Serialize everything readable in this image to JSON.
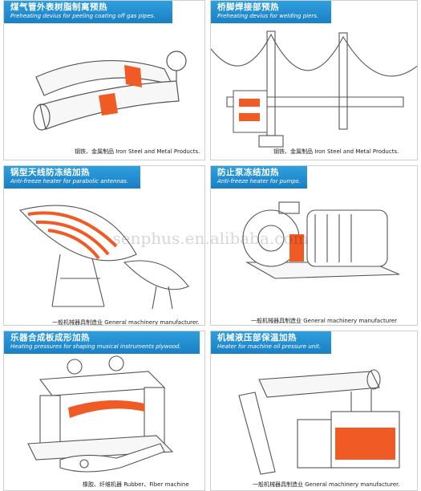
{
  "panels": [
    {
      "cn": "煤气管外表树脂制离预热",
      "en": "Preheating devius for peeling coating off gas pipes.",
      "caption": "钢铁、金属制品 Iron Steel and Metal Products."
    },
    {
      "cn": "桥脚焊接部预热",
      "en": "Preheating devius for welding piers.",
      "caption": "钢铁、金属制品 Iron Steel and Metal Products."
    },
    {
      "cn": "锅型天线防冻结加热",
      "en": "Anti-freeze heater for parabolic antennas.",
      "caption": "一般机械器具制造业 General machinery manufacturer."
    },
    {
      "cn": "防止泵冻结加热",
      "en": "Anti-freeze heater for pumps.",
      "caption": "一般机械器具制造业 General machinery manufacturer"
    },
    {
      "cn": "乐器合成板成形加热",
      "en": "Heating pressures for shaping musical instruments plywood.",
      "caption": "橡胶、纤维机器 Rubber、Fiber machine"
    },
    {
      "cn": "机械液压部保温加热",
      "en": "Heater for machine oil pressure unit.",
      "caption": "一般机械器具制造业 General machinery manufacturer."
    }
  ],
  "watermark": "senphus.en.alibaba.com",
  "colors": {
    "banner": "#1b7fc4",
    "heater": "#f05a24",
    "line": "#555555"
  }
}
